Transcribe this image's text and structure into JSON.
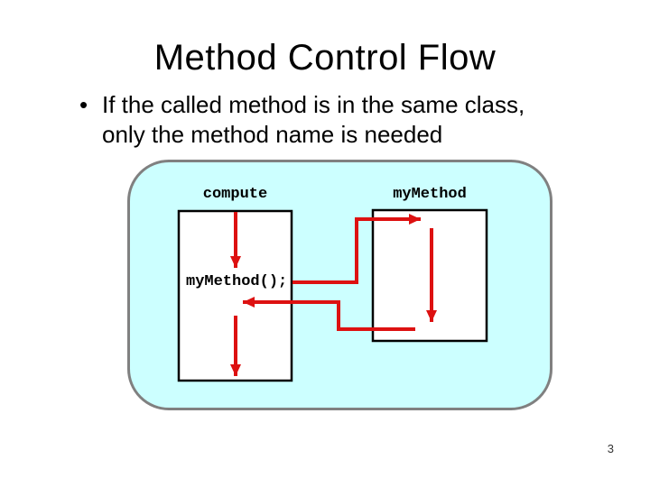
{
  "slide": {
    "title": "Method Control Flow",
    "bullet": {
      "marker": "•",
      "lines": [
        "If the called method is in the same class,",
        "only the method name is needed"
      ]
    },
    "page_number": "3"
  },
  "diagram": {
    "caller_label": "compute",
    "callee_label": "myMethod",
    "call_statement": "myMethod();"
  },
  "colors": {
    "arrow-red": "#DD1111",
    "panel-fill": "#CCFFFF",
    "panel-border": "#808080",
    "box-fill": "#FFFFFF",
    "box-border": "#000000",
    "text": "#000000"
  }
}
